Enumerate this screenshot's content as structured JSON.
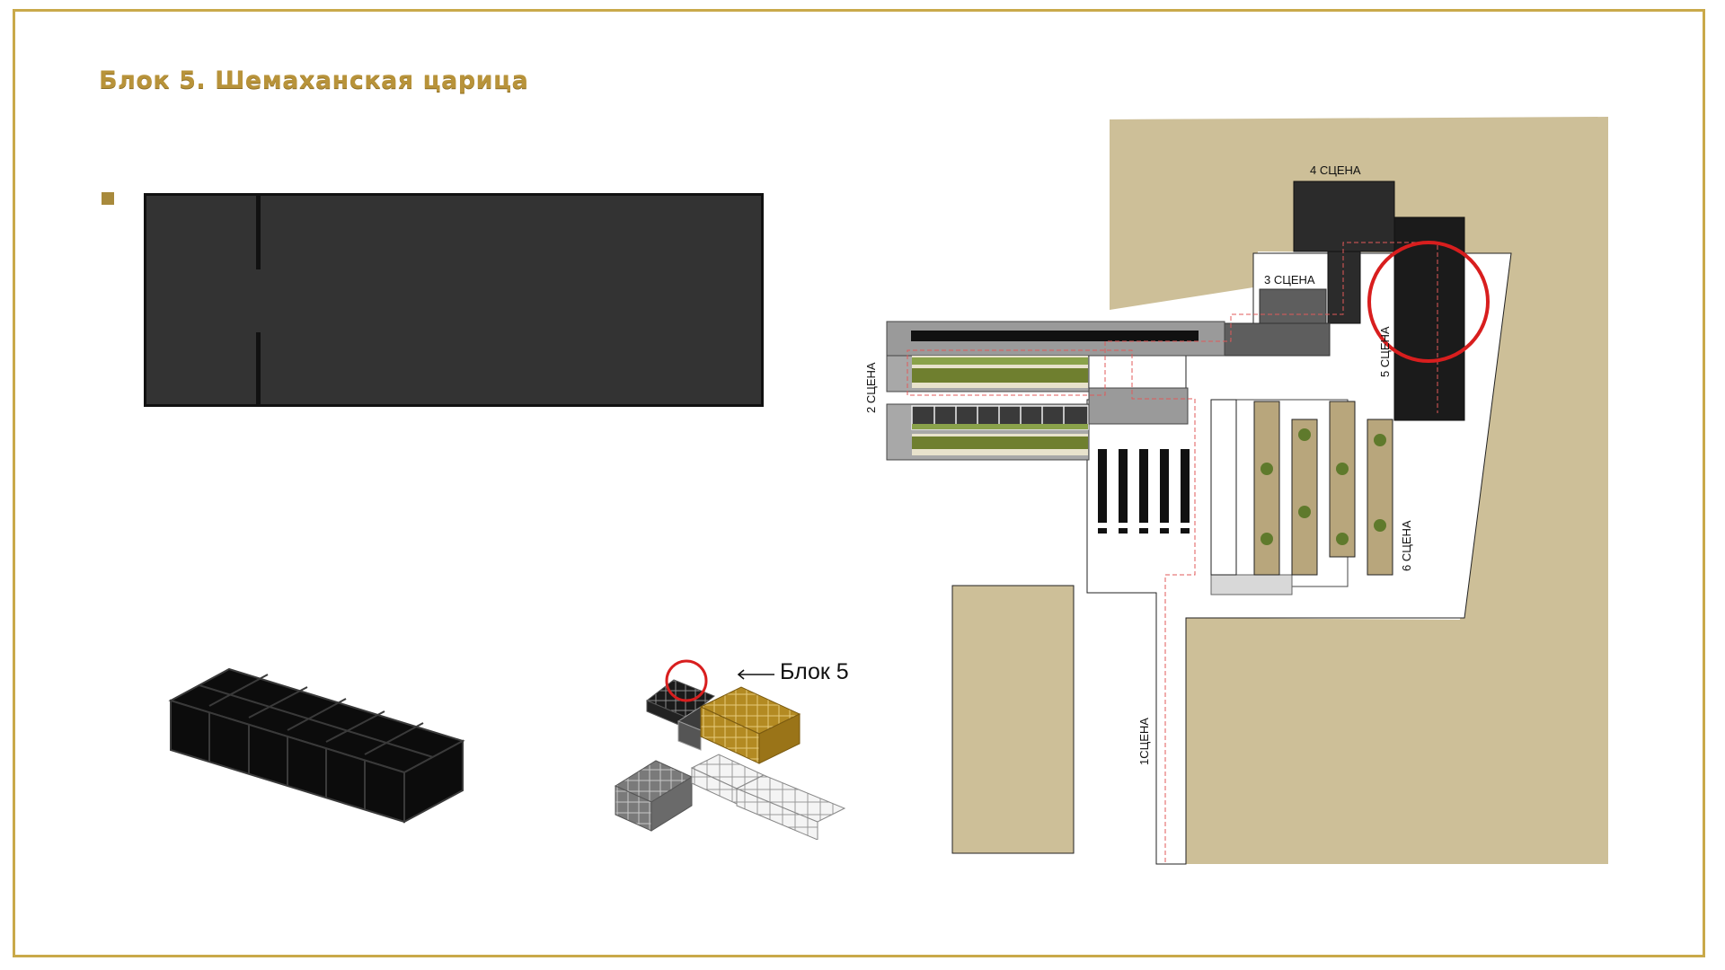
{
  "slide": {
    "title": "Блок 5. Шемаханская царица"
  },
  "callout": {
    "label": "Блок 5"
  },
  "site_plan": {
    "stages": {
      "s1": "1СЦЕНА",
      "s2": "2 СЦЕНА",
      "s3": "3 СЦЕНА",
      "s4": "4 СЦЕНА",
      "s5": "5 СЦЕНА",
      "s6": "6 СЦЕНА"
    }
  },
  "colors": {
    "frame": "#c9a94a",
    "title": "#b8933a",
    "ground": "#cdbf98",
    "highlight": "#d81e1e",
    "block_dark": "#1b1b1b",
    "lawn": "#6f7f2f"
  },
  "icons": {
    "bullet": "square-bullet",
    "arrow": "arrow-left-icon",
    "highlight": "red-circle-highlight"
  }
}
